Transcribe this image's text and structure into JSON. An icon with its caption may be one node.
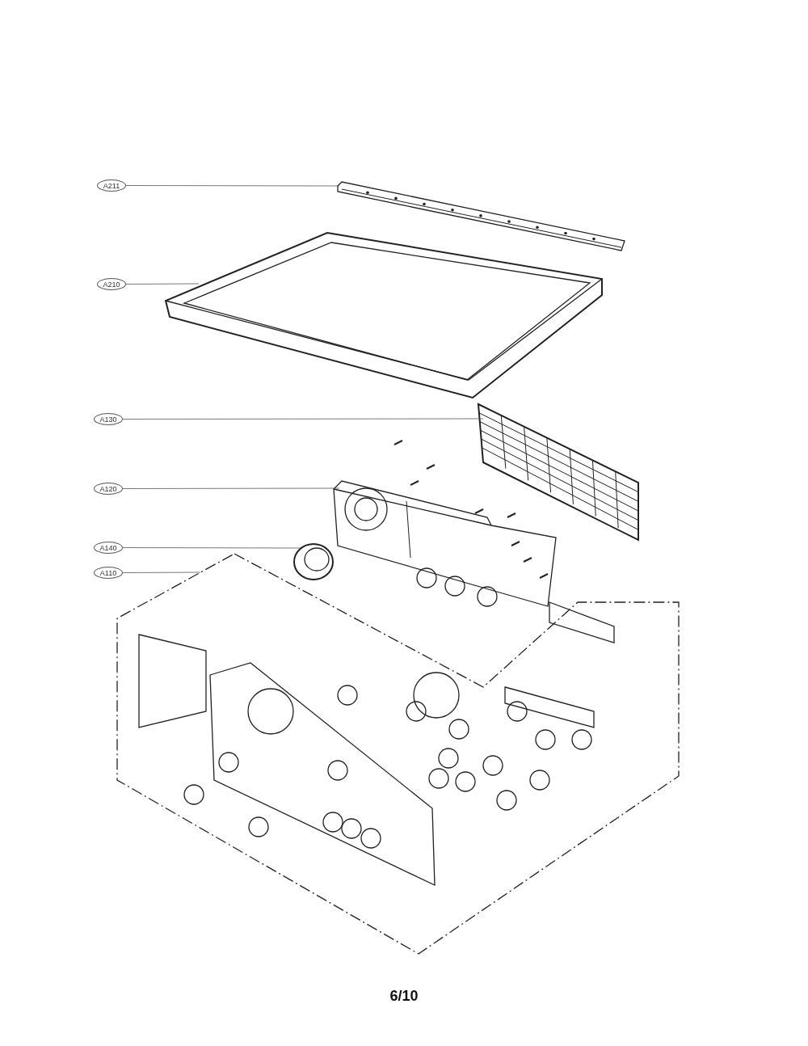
{
  "diagram": {
    "nodes": [
      {
        "text": [
          "A211"
        ]
      },
      {
        "text": [
          "A210"
        ]
      },
      {
        "text": [
          "A130"
        ]
      },
      {
        "text": [
          "A120"
        ]
      },
      {
        "text": [
          "A140"
        ]
      },
      {
        "text": [
          "A110"
        ]
      },
      {
        "text": [],
        "shape": "picture"
      },
      {
        "text": [],
        "shape": "picture"
      },
      {
        "text": [],
        "shape": "picture"
      },
      {
        "text": [],
        "shape": "picture"
      },
      {
        "text": [],
        "shape": "picture"
      },
      {
        "text": [],
        "shape": "picture"
      }
    ],
    "edges": [
      {
        "from": 0,
        "to": 6,
        "arrow": "none"
      },
      {
        "from": 1,
        "to": 7,
        "arrow": "none"
      },
      {
        "from": 2,
        "to": 8,
        "arrow": "none"
      },
      {
        "from": 3,
        "to": 9,
        "arrow": "none"
      },
      {
        "from": 4,
        "to": 10,
        "arrow": "none"
      },
      {
        "from": 5,
        "to": 11,
        "arrow": "none"
      }
    ],
    "labels": [
      "6/10"
    ]
  }
}
